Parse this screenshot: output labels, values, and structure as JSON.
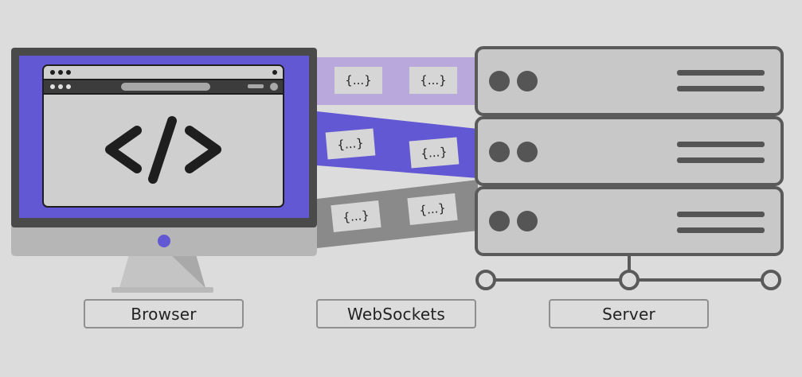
{
  "labels": {
    "browser": "Browser",
    "websockets": "WebSockets",
    "server": "Server"
  },
  "payload_text": "{...}",
  "browser_code_symbol": "</>",
  "colors": {
    "background": "#dcdcdc",
    "monitor_bezel": "#4a4a4a",
    "screen_accent": "#6358d3",
    "channel_top": "#b8a8dc",
    "channel_middle": "#6358d3",
    "channel_bottom": "#8a8a8a",
    "server_fill": "#c8c8c8",
    "server_stroke": "#5a5a5a"
  },
  "icons": [
    "monitor-icon",
    "browser-window-icon",
    "code-icon",
    "server-rack-icon",
    "network-node-icon"
  ]
}
